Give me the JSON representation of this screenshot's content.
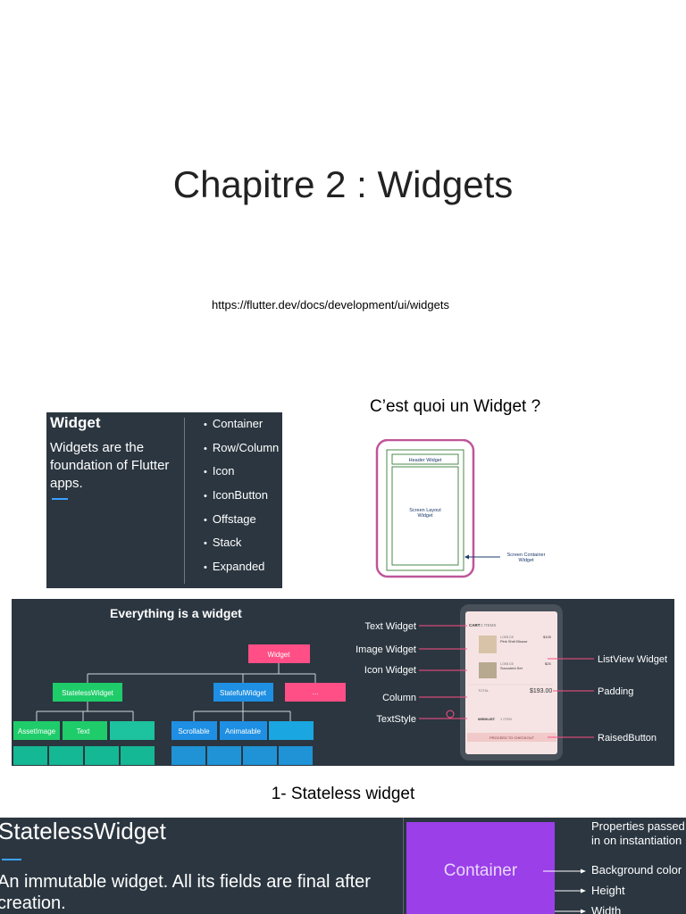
{
  "title": "Chapitre 2 : Widgets",
  "url": "https://flutter.dev/docs/development/ui/widgets",
  "question": "C’est quoi un Widget ?",
  "widget_card": {
    "heading": "Widget",
    "description": "Widgets are the foundation of Flutter apps.",
    "items": [
      "Container",
      "Row/Column",
      "Icon",
      "IconButton",
      "Offstage",
      "Stack",
      "Expanded"
    ]
  },
  "layout_diagram": {
    "header": "Header Widget",
    "screen_layout": [
      "Screen Layout",
      "Widget"
    ],
    "screen_container": [
      "Screen Container",
      "Widget"
    ]
  },
  "everything": {
    "title": "Everything is a widget",
    "tree": {
      "root": "Widget",
      "stateless": "StatelessWidget",
      "stateful": "StatefulWidget",
      "other": "...",
      "stateless_children": [
        "AssetImage",
        "Text",
        ""
      ],
      "stateful_children": [
        "Scrollable",
        "Animatable",
        ""
      ]
    },
    "left_labels": [
      "Text Widget",
      "Image Widget",
      "Icon Widget",
      "Column",
      "TextStyle"
    ],
    "right_labels": [
      "ListView Widget",
      "Padding",
      "RaisedButton"
    ],
    "phone": {
      "cart": "CART",
      "cart_count": "2 ITEMS",
      "item1_brand": "LOEB DE",
      "item1_name": "Pink Shirt Blouse",
      "item1_price": "$105",
      "item2_brand": "LOEB DE",
      "item2_name": "Succulent Set",
      "item2_price": "$25",
      "total_label": "TOTAL",
      "total": "$193.00",
      "wishlist": "WISHLIST",
      "wishlist_count": "1 ITEM",
      "checkout": "PROCEED TO CHECKOUT"
    }
  },
  "section_title": "1- Stateless widget",
  "stateless": {
    "title": "StatelessWidget",
    "description": "An immutable widget. All its fields are final after creation.",
    "container": "Container",
    "properties_header": "Properties passed in on instantiation",
    "properties": [
      "Background color",
      "Height",
      "Width"
    ]
  },
  "colors": {
    "dark_panel": "#2b3640",
    "accent": "#3da1ff",
    "pink": "#ff4f86",
    "green": "#1fcc6a",
    "blue": "#1e8fe3",
    "purple": "#9b3fe8"
  }
}
